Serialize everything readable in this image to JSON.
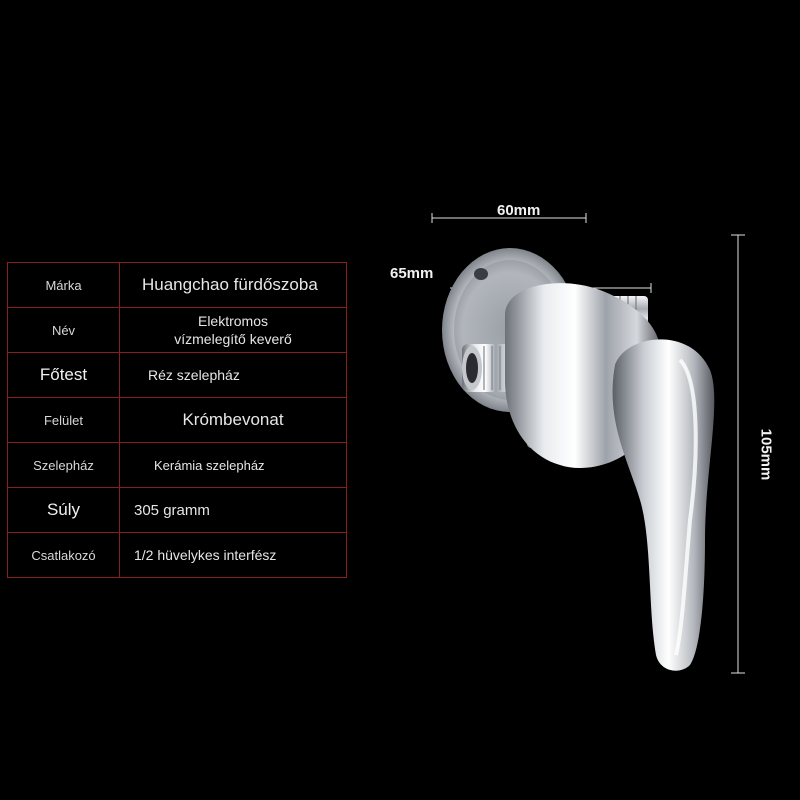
{
  "specs": [
    {
      "key": "Márka",
      "value": "Huangchao fürdőszoba"
    },
    {
      "key": "Név",
      "value_line1": "Elektromos",
      "value_line2": "vízmelegítő keverő"
    },
    {
      "key": "Főtest",
      "value": "Réz szelepház"
    },
    {
      "key": "Felület",
      "value": "Krómbevonat"
    },
    {
      "key": "Szelepház",
      "value": "Kerámia szelepház"
    },
    {
      "key": "Súly",
      "value": "305 gramm"
    },
    {
      "key": "Csatlakozó",
      "value": "1/2 hüvelykes interfész"
    }
  ],
  "dimensions": {
    "width": "60mm",
    "depth": "65mm",
    "height": "105mm"
  },
  "colors": {
    "background": "#000000",
    "table_border": "#8a1e1e",
    "text": "#e6e6e6"
  }
}
